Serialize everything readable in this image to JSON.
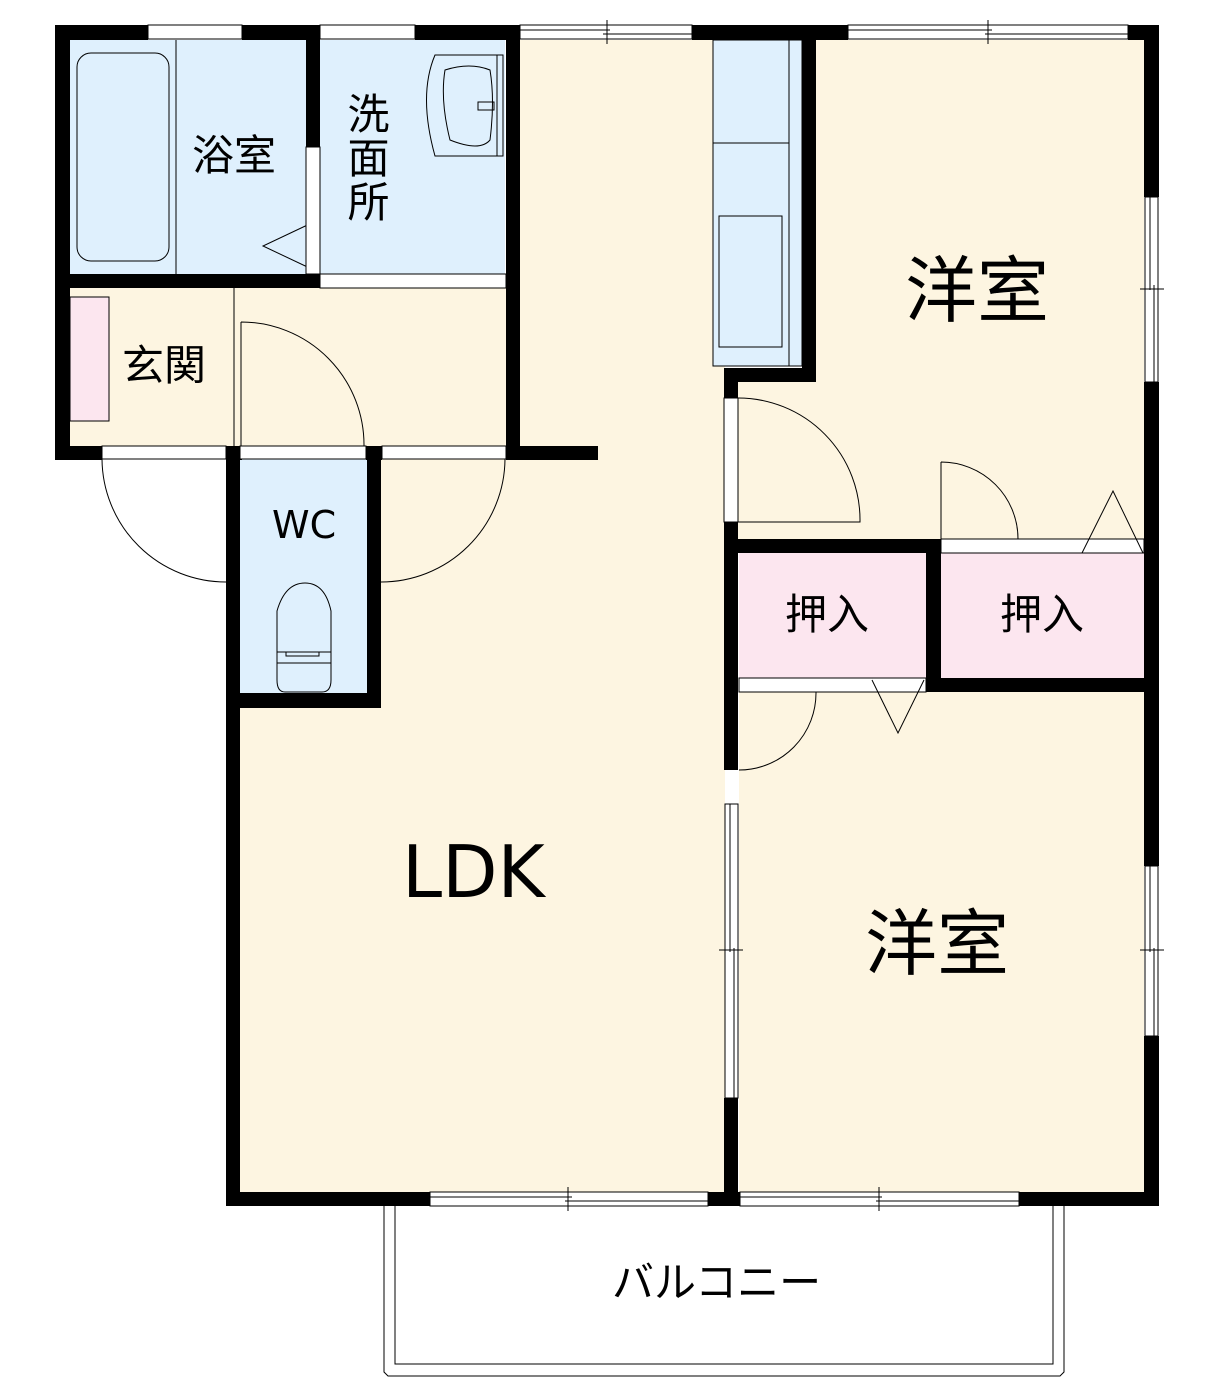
{
  "plan": {
    "title": "2LDK floor plan",
    "colors": {
      "wall": "#000000",
      "wet_area": "#dff0fd",
      "living_floor": "#fdf5e1",
      "closet_storage": "#fce6ef",
      "opening": "#ffffff",
      "line": "#000000"
    },
    "rooms": {
      "bathroom": {
        "label": "浴室"
      },
      "washroom": {
        "label": "洗面所"
      },
      "entrance": {
        "label": "玄関"
      },
      "toilet": {
        "label": "WC"
      },
      "ldk": {
        "label": "LDK"
      },
      "western_room_north": {
        "label": "洋室"
      },
      "western_room_south": {
        "label": "洋室"
      },
      "closet_left": {
        "label": "押入"
      },
      "closet_right": {
        "label": "押入"
      },
      "balcony": {
        "label": "バルコニー"
      }
    }
  }
}
